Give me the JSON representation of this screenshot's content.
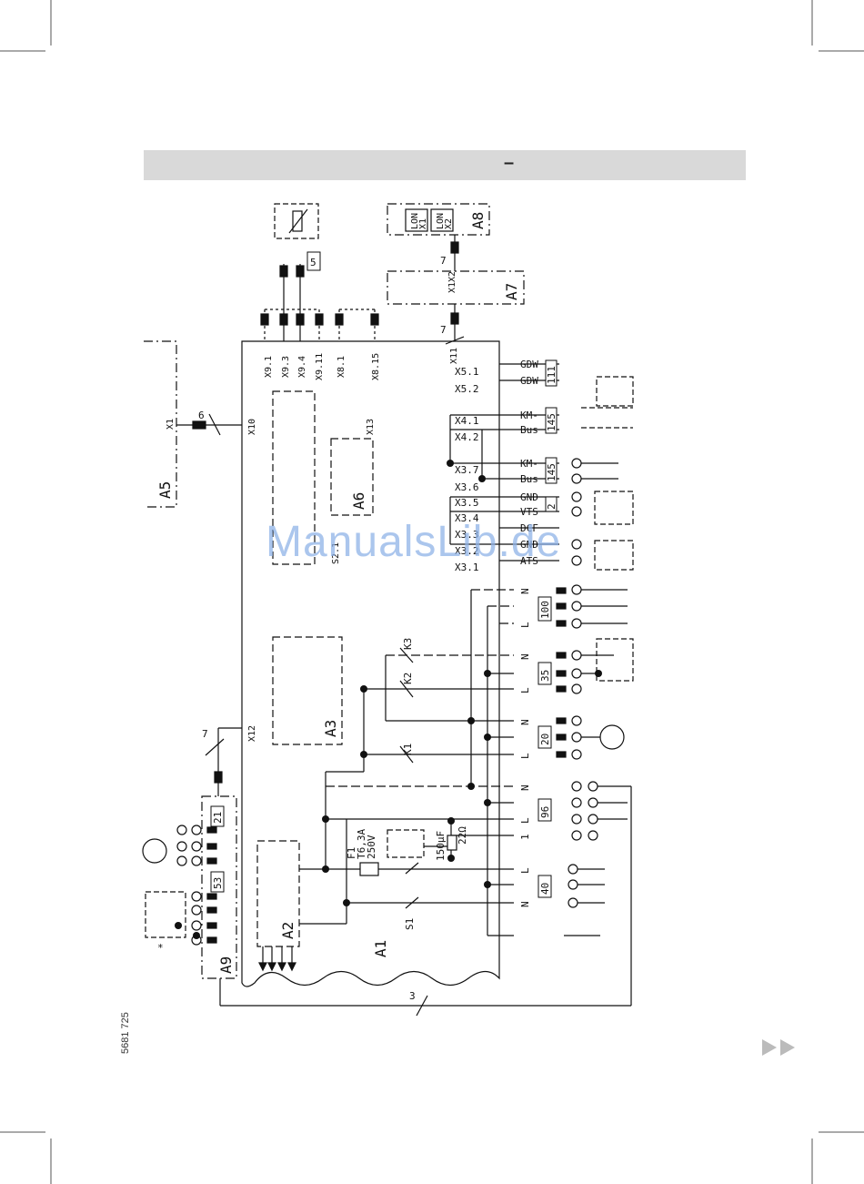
{
  "header": {
    "dash": "–"
  },
  "footer": {
    "doc_number": "5681 725",
    "next_icon": "double-arrow-right-icon"
  },
  "watermark": "ManualsLib.de",
  "components": {
    "A1": "A1",
    "A2": "A2",
    "A3": "A3",
    "A5": "A5",
    "A6": "A6",
    "A7": "A7",
    "A8": "A8",
    "A9": "A9"
  },
  "lon": {
    "x1": [
      "LON",
      "X1"
    ],
    "x2": [
      "LON",
      "X2"
    ]
  },
  "connectors": {
    "x10": "X10",
    "x12": "X12",
    "x13": "X13",
    "x11": "X11",
    "x1x2": "X1X2",
    "x1": "X1",
    "x9": [
      "X9.1",
      "X9.3",
      "X9.4",
      "X9.11"
    ],
    "x8": [
      "X8.1",
      "X8.15"
    ],
    "x5": [
      "X5.1",
      "X5.2"
    ],
    "x4": [
      "X4.1",
      "X4.2"
    ],
    "x3": [
      "X3.7",
      "X3.6",
      "X3.5",
      "X3.4",
      "X3.3",
      "X3.2",
      "X3.1"
    ]
  },
  "switch": "S2.1",
  "signals": {
    "gdw1": "GDW",
    "gdw2": "GDW",
    "km1": "KM-",
    "bus1": "Bus",
    "km2": "KM-",
    "bus2": "Bus",
    "gnd1": "GND",
    "vts": "VTS",
    "dcf": "DCF",
    "gnd2": "GND",
    "ats": "ATS"
  },
  "plugs": {
    "p111": "111",
    "p145a": "145",
    "p145b": "145",
    "p2": "2",
    "p5": "5",
    "p100": "100",
    "p35": "35",
    "p20": "20",
    "p96": "96",
    "p40": "40",
    "p21": "21",
    "p53": "53"
  },
  "relays": {
    "k1": "K1",
    "k2": "K2",
    "k3": "K3",
    "s1": "S1"
  },
  "fuse": {
    "name": "F1",
    "rating": "T6,3A",
    "voltage": "250V"
  },
  "rc": {
    "cap": "150µF",
    "res": "22Ω"
  },
  "pins": {
    "n": "N",
    "l": "L",
    "one": "1"
  },
  "cable_counts": {
    "c6": "6",
    "c7a": "7",
    "c7b": "7",
    "c7c": "7",
    "c3": "3"
  },
  "note": "*"
}
